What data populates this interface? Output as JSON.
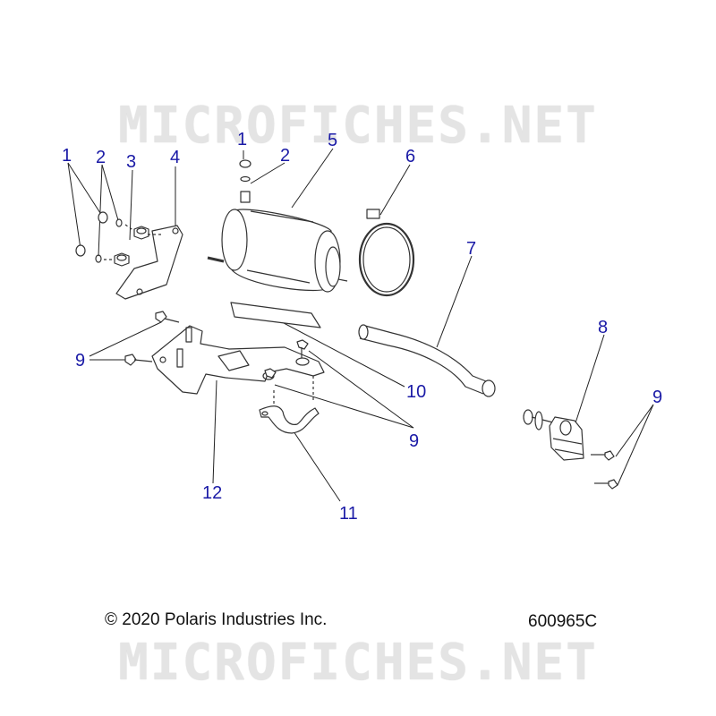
{
  "watermark": "MICROFICHES.NET",
  "footer": {
    "copyright": "© 2020 Polaris Industries Inc.",
    "drawing_number": "600965C"
  },
  "callouts": {
    "c1a": "1",
    "c2a": "2",
    "c3": "3",
    "c4": "4",
    "c1b": "1",
    "c2b": "2",
    "c5": "5",
    "c6": "6",
    "c7": "7",
    "c8": "8",
    "c9a": "9",
    "c9b": "9",
    "c9c": "9",
    "c10": "10",
    "c11": "11",
    "c12": "12"
  },
  "colors": {
    "callout": "#1a1aa6",
    "line_art": "#333333",
    "watermark": "#e4e4e4"
  }
}
